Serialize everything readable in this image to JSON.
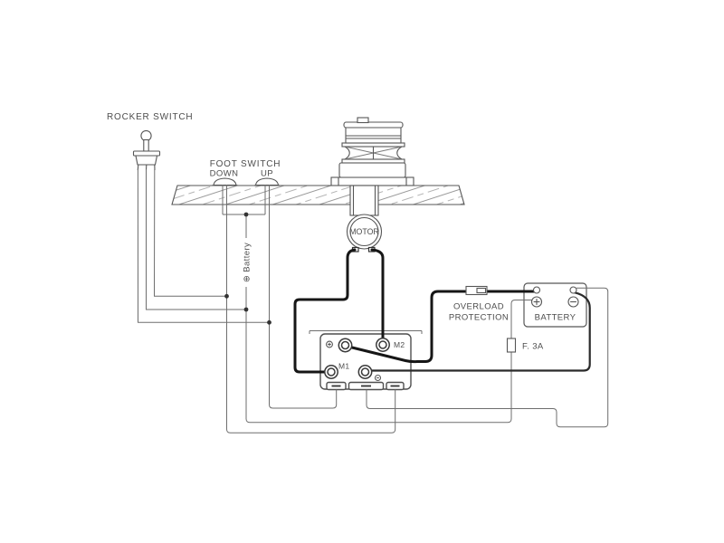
{
  "diagram": {
    "type": "electrical-wiring-diagram",
    "subject": "windlass / anchor winch wiring schematic",
    "labels": {
      "rocker_switch": "ROCKER SWITCH",
      "foot_switch": "FOOT SWITCH",
      "down": "DOWN",
      "up": "UP",
      "motor": "MOTOR",
      "battery_feed": "⊕ Battery",
      "m1": "M1",
      "m2": "M2",
      "overload_line1": "OVERLOAD",
      "overload_line2": "PROTECTION",
      "battery": "BATTERY",
      "fuse": "F.  3A"
    },
    "icons": {
      "battery_positive_symbol": "⊕",
      "battery_negative_symbol": "⊖",
      "solenoid_aux_screw_symbol": "+"
    },
    "colors": {
      "background": "#ffffff",
      "thick_cable": "#161616",
      "thin_wire": "#6e6e6e",
      "component_stroke": "#565656",
      "text": "#4d4d4d"
    }
  }
}
